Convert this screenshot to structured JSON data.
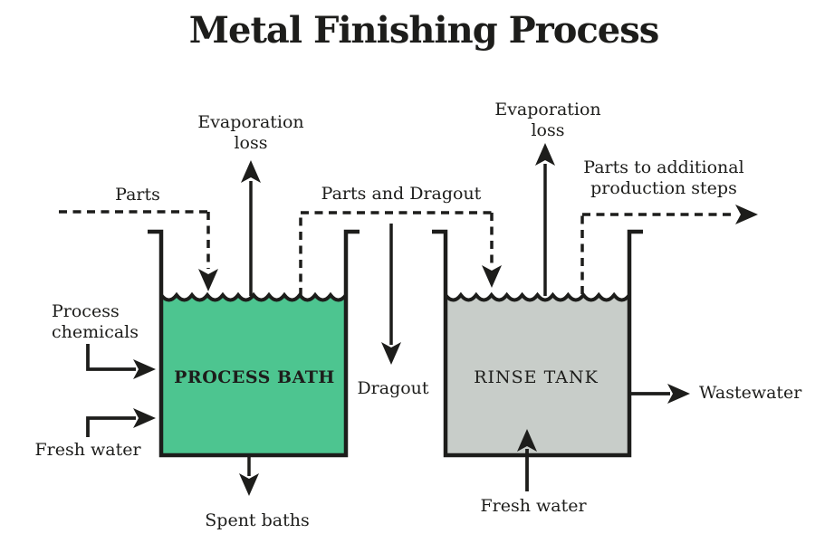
{
  "title": "Metal Finishing Process",
  "colors": {
    "line": "#1d1d1b",
    "process_bath_fill": "#4dc590",
    "rinse_tank_fill": "#c8cdc9"
  },
  "tanks": {
    "process_bath": {
      "label": "PROCESS BATH"
    },
    "rinse_tank": {
      "label": "RINSE TANK"
    }
  },
  "flows": {
    "parts_in": {
      "label": "Parts",
      "style": "dashed-arrow"
    },
    "evaporation_left": {
      "label": "Evaporation\nloss",
      "style": "solid-arrow-up"
    },
    "parts_and_dragout": {
      "label": "Parts and Dragout",
      "style": "dashed-arrow"
    },
    "evaporation_right": {
      "label": "Evaporation\nloss",
      "style": "solid-arrow-up"
    },
    "parts_out": {
      "label": "Parts to additional\nproduction steps",
      "style": "dashed-arrow"
    },
    "process_chemicals": {
      "label": "Process\nchemicals",
      "style": "solid-arrow-in"
    },
    "fresh_water_left": {
      "label": "Fresh water",
      "style": "solid-arrow-in"
    },
    "spent_baths": {
      "label": "Spent baths",
      "style": "solid-arrow-down"
    },
    "dragout": {
      "label": "Dragout",
      "style": "solid-arrow-down"
    },
    "wastewater": {
      "label": "Wastewater",
      "style": "solid-arrow-out"
    },
    "fresh_water_right": {
      "label": "Fresh water",
      "style": "solid-arrow-up"
    }
  }
}
